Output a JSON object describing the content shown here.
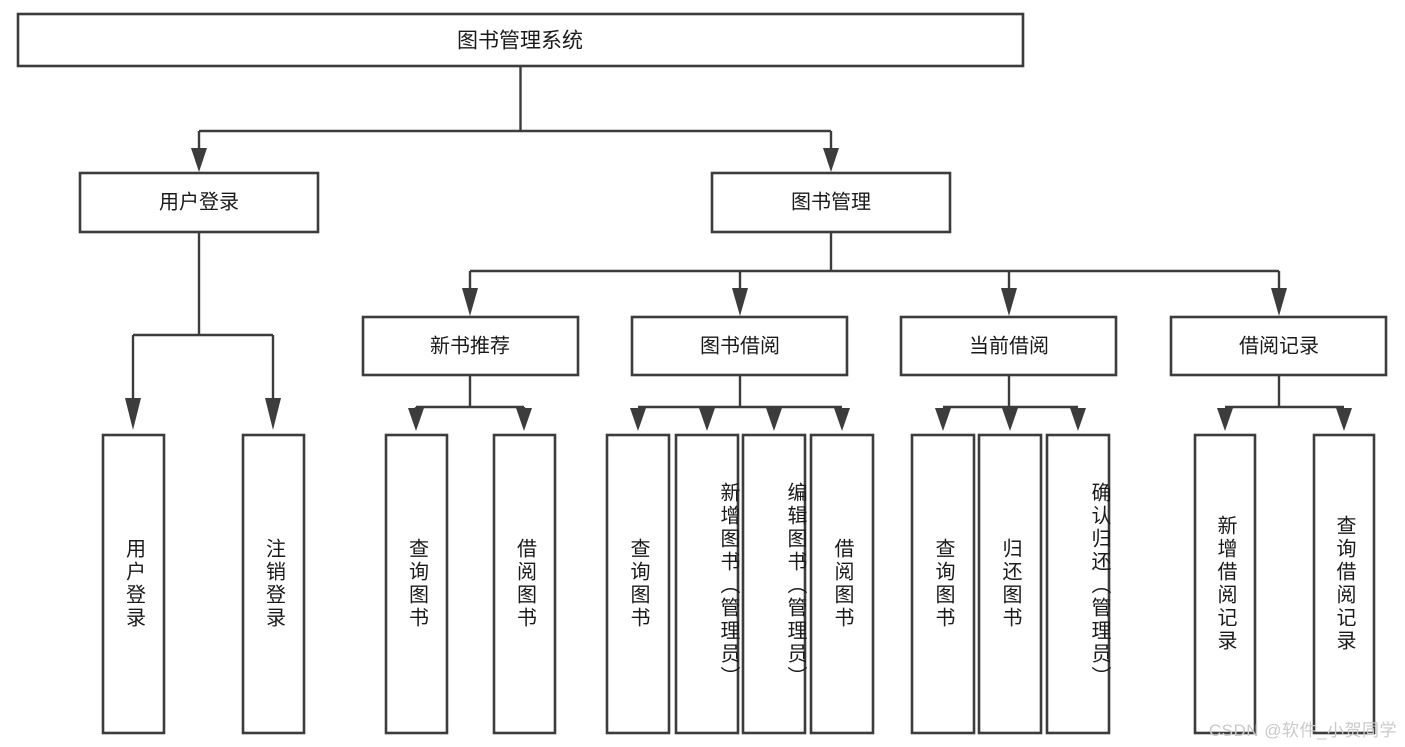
{
  "diagram": {
    "title": "图书管理系统",
    "type": "tree-hierarchy-diagram",
    "colors": {
      "stroke": "#3c3c3c",
      "fill": "#ffffff",
      "text": "#1a1a1a",
      "watermark": "#c9c9c9"
    },
    "root": {
      "label": "图书管理系统"
    },
    "level2": [
      {
        "label": "用户登录"
      },
      {
        "label": "图书管理"
      }
    ],
    "level3": [
      {
        "label": "新书推荐"
      },
      {
        "label": "图书借阅"
      },
      {
        "label": "当前借阅"
      },
      {
        "label": "借阅记录"
      }
    ],
    "leaves": {
      "user_login": [
        {
          "label": "用户登录"
        },
        {
          "label": "注销登录"
        }
      ],
      "new_book_recommend": [
        {
          "label": "查询图书"
        },
        {
          "label": "借阅图书"
        }
      ],
      "book_borrow": [
        {
          "label": "查询图书"
        },
        {
          "label": "新增图书（管理员）"
        },
        {
          "label": "编辑图书（管理员）"
        },
        {
          "label": "借阅图书"
        }
      ],
      "current_borrow": [
        {
          "label": "查询图书"
        },
        {
          "label": "归还图书"
        },
        {
          "label": "确认归还（管理员）"
        }
      ],
      "borrow_record": [
        {
          "label": "新增借阅记录"
        },
        {
          "label": "查询借阅记录"
        }
      ]
    },
    "watermark": "CSDN @软件_小贺同学"
  }
}
